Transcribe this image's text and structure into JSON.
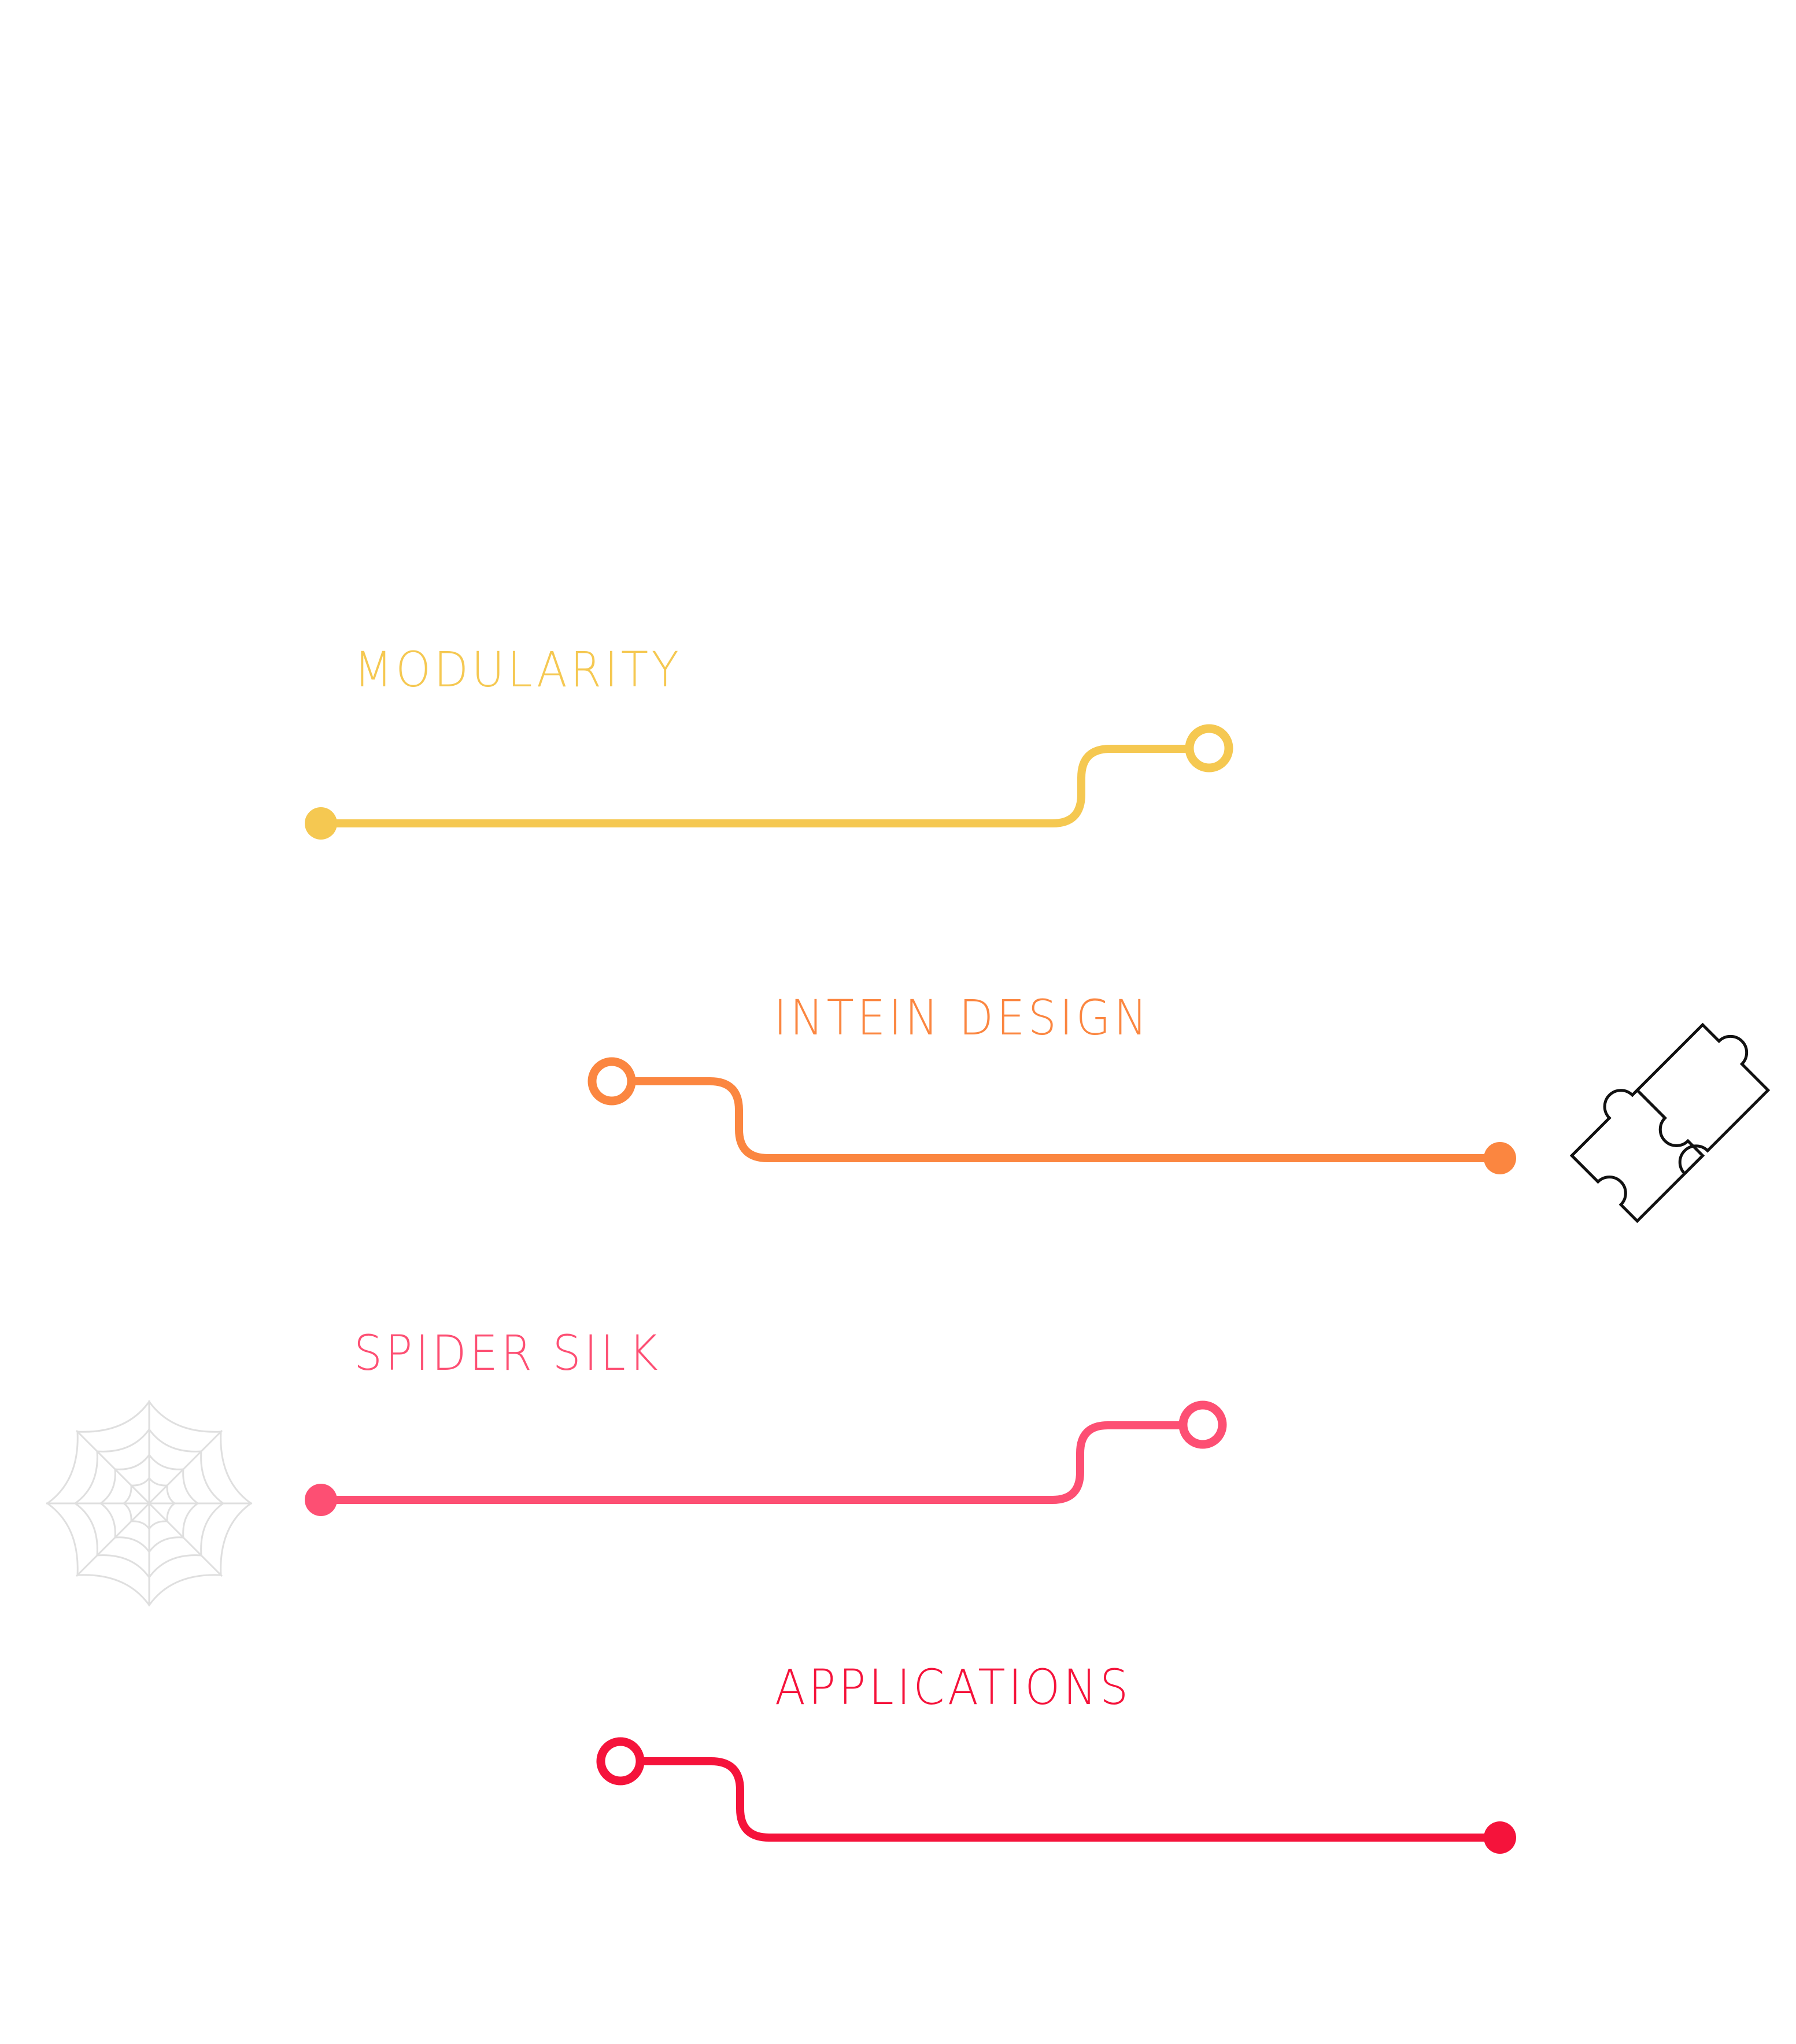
{
  "sections": [
    {
      "label": "MODULARITY",
      "color": "#f5c851"
    },
    {
      "label": "INTEIN DESIGN",
      "color": "#fb8640"
    },
    {
      "label": "SPIDER SILK",
      "color": "#fd4f73"
    },
    {
      "label": "APPLICATIONS",
      "color": "#f5133b"
    }
  ],
  "icons": {
    "puzzle": "puzzle-pieces-icon",
    "web": "spider-web-icon"
  }
}
